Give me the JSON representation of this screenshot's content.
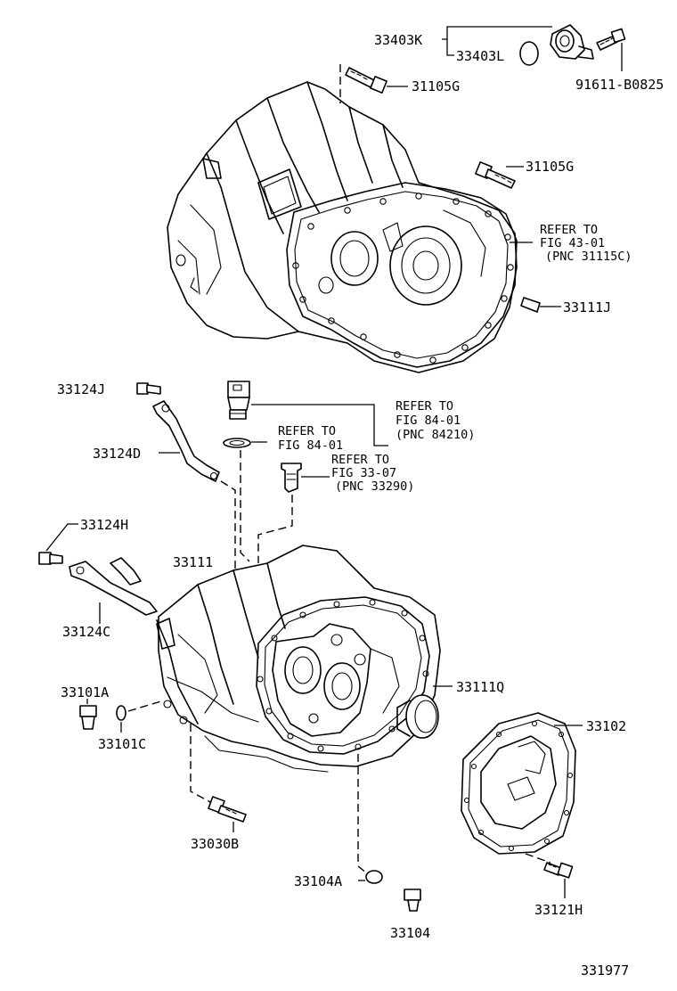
{
  "diagram": {
    "figure_number": "331977",
    "parts": [
      {
        "id": "p33403K",
        "label": "33403K"
      },
      {
        "id": "p33403L",
        "label": "33403L"
      },
      {
        "id": "p91611",
        "label": "91611-B0825"
      },
      {
        "id": "p31105G_a",
        "label": "31105G"
      },
      {
        "id": "p31105G_b",
        "label": "31105G"
      },
      {
        "id": "p33111J",
        "label": "33111J"
      },
      {
        "id": "p33124J",
        "label": "33124J"
      },
      {
        "id": "p33124D",
        "label": "33124D"
      },
      {
        "id": "p33124H",
        "label": "33124H"
      },
      {
        "id": "p33124C",
        "label": "33124C"
      },
      {
        "id": "p33111",
        "label": "33111"
      },
      {
        "id": "p33101A",
        "label": "33101A"
      },
      {
        "id": "p33101C",
        "label": "33101C"
      },
      {
        "id": "p33111Q",
        "label": "33111Q"
      },
      {
        "id": "p33102",
        "label": "33102"
      },
      {
        "id": "p33030B",
        "label": "33030B"
      },
      {
        "id": "p33104A",
        "label": "33104A"
      },
      {
        "id": "p33104",
        "label": "33104"
      },
      {
        "id": "p33121H",
        "label": "33121H"
      }
    ],
    "references": [
      {
        "id": "ref43",
        "lines": [
          "REFER TO",
          "FIG 43-01",
          "(PNC 31115C)"
        ]
      },
      {
        "id": "ref84a",
        "lines": [
          "REFER TO",
          "FIG 84-01",
          "(PNC 84210)"
        ]
      },
      {
        "id": "ref84b",
        "lines": [
          "REFER TO",
          "FIG 84-01"
        ]
      },
      {
        "id": "ref33",
        "lines": [
          "REFER TO",
          "FIG 33-07",
          "(PNC 33290)"
        ]
      }
    ]
  }
}
